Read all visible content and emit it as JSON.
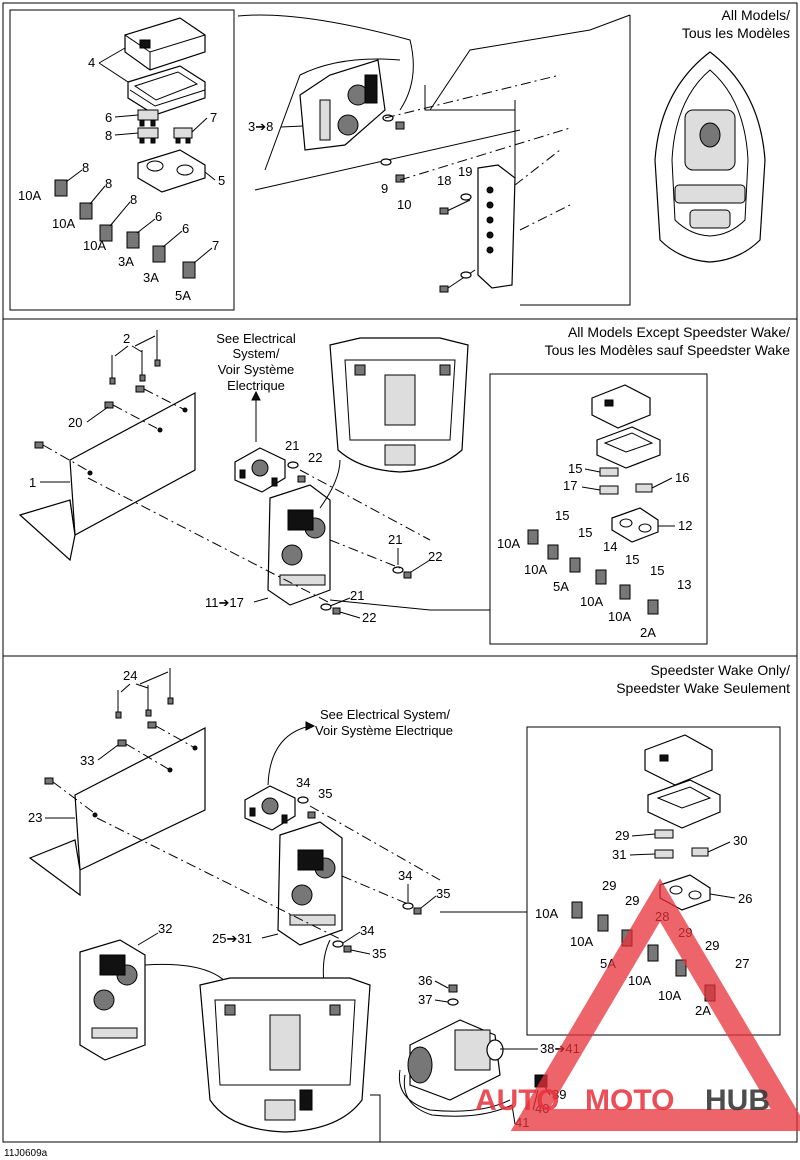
{
  "diagram_code": "11J0609a",
  "sections": [
    {
      "title_line1": "All Models/",
      "title_line2": "Tous les Modèles",
      "labels": [
        "4",
        "6",
        "7",
        "8",
        "5",
        "8",
        "10A",
        "8",
        "10A",
        "8",
        "10A",
        "6",
        "3A",
        "6",
        "3A",
        "7",
        "5A",
        "3➔8",
        "9",
        "10",
        "18",
        "19"
      ]
    },
    {
      "title_line1": "All Models Except Speedster Wake/",
      "title_line2": "Tous les Modèles sauf Speedster Wake",
      "note_lines": [
        "See Electrical",
        "System/",
        "Voir Système",
        "Electrique"
      ],
      "labels": [
        "2",
        "20",
        "1",
        "21",
        "22",
        "11➔17",
        "21",
        "22",
        "21",
        "22",
        "15",
        "16",
        "17",
        "12",
        "15",
        "10A",
        "15",
        "10A",
        "14",
        "5A",
        "15",
        "10A",
        "15",
        "10A",
        "13",
        "2A"
      ]
    },
    {
      "title_line1": "Speedster Wake Only/",
      "title_line2": "Speedster Wake Seulement",
      "note_lines": [
        "See Electrical System/",
        "Voir Système Electrique"
      ],
      "labels": [
        "24",
        "33",
        "23",
        "34",
        "35",
        "34",
        "35",
        "25➔31",
        "34",
        "35",
        "32",
        "29",
        "30",
        "31",
        "26",
        "29",
        "10A",
        "29",
        "10A",
        "28",
        "5A",
        "29",
        "10A",
        "29",
        "10A",
        "27",
        "2A",
        "36",
        "37",
        "38➔41",
        "39",
        "40",
        "41"
      ]
    }
  ],
  "watermark": {
    "part1": "AUTO",
    "part2": "MOTO",
    "part3": "HUB",
    "color_primary": "#e8303a",
    "color_secondary": "#3a3a3a"
  }
}
